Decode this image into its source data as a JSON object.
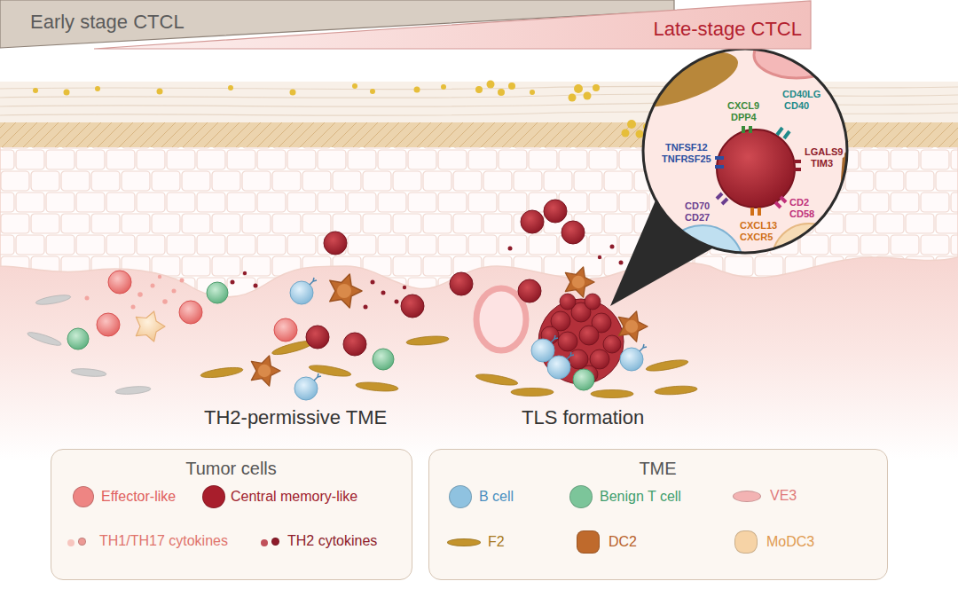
{
  "diagram": {
    "nodes": [
      {
        "text": [
          "Early stage CTCL"
        ]
      },
      {
        "text": [
          "Late-stage CTCL"
        ]
      },
      {
        "text": [
          "Tumor cells"
        ]
      },
      {
        "text": [
          "TME"
        ]
      }
    ],
    "labels": [
      "TNFSF12",
      "TNFRSF25",
      "CXCL9",
      "DPP4",
      "CD40LG",
      "CD40",
      "LGALS9",
      "TIM3",
      "CD70",
      "CD27",
      "CXCL13",
      "CXCR5",
      "CD2",
      "CD58",
      "TH2-permissive TME",
      "TLS formation"
    ],
    "legend": [
      {
        "text": "Effector-like",
        "color": "#ee8583"
      },
      {
        "text": "Central memory-like",
        "color": "#a81e2c"
      },
      {
        "text": "TH1/TH17 cytokines",
        "color": "#ec9a95"
      },
      {
        "text": "TH2 cytokines",
        "color": "#8e1b2a"
      },
      {
        "text": "B cell",
        "color": "#8fc2e0"
      },
      {
        "text": "Benign T cell",
        "color": "#7cc59a"
      },
      {
        "text": "VE3",
        "color": "#f3b3b3"
      },
      {
        "text": "F2",
        "color": "#c4942c"
      },
      {
        "text": "DC2",
        "color": "#bf6a2c"
      },
      {
        "text": "MoDC3",
        "color": "#f6d3a6"
      }
    ]
  }
}
